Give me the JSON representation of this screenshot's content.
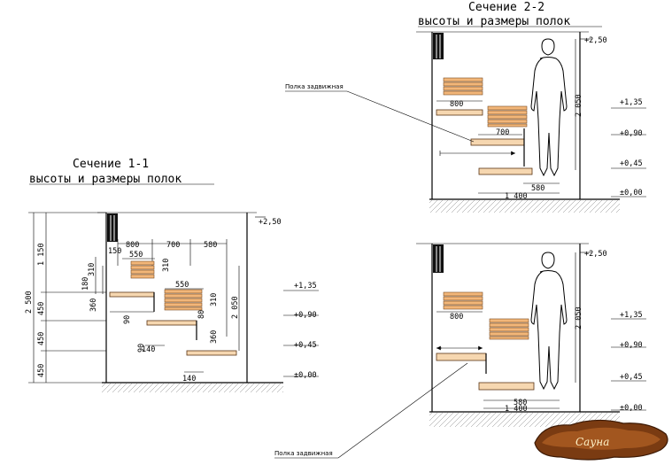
{
  "section11": {
    "title1": "Сечение 1-1",
    "title2": "высоты и размеры полок",
    "dims": {
      "h2500": "2 500",
      "h1150": "1 150",
      "h450a": "450",
      "h450b": "450",
      "h450c": "450",
      "h2050": "2 050",
      "w800": "800",
      "w700": "700",
      "w580": "580",
      "w150": "150",
      "w550a": "550",
      "w550b": "550",
      "v310a": "310",
      "v310b": "310",
      "v180": "180",
      "v360a": "360",
      "v360b": "360",
      "v90a": "90",
      "v90b": "90",
      "v80": "80",
      "w140a": "140",
      "w140b": "140"
    },
    "levels": [
      "+2,50",
      "+1,35",
      "+0,90",
      "+0,45",
      "±0,00"
    ]
  },
  "section22": {
    "title1": "Сечение 2-2",
    "title2": "высоты и размеры полок",
    "dims": {
      "w800": "800",
      "w700": "700",
      "w580": "580",
      "w1400": "1 400",
      "h2050": "2 050"
    },
    "levels": [
      "+2,50",
      "+1,35",
      "+0,90",
      "+0,45",
      "±0,00"
    ],
    "note": "Полка задвижная"
  },
  "section33": {
    "dims": {
      "w800": "800",
      "w580": "580",
      "w1400": "1 400",
      "h2050": "2 050"
    },
    "levels": [
      "+2,50",
      "+1,35",
      "+0,90",
      "+0,45",
      "±0,00"
    ],
    "note": "Полка задвижная"
  },
  "logo": {
    "text": "Сауна"
  }
}
